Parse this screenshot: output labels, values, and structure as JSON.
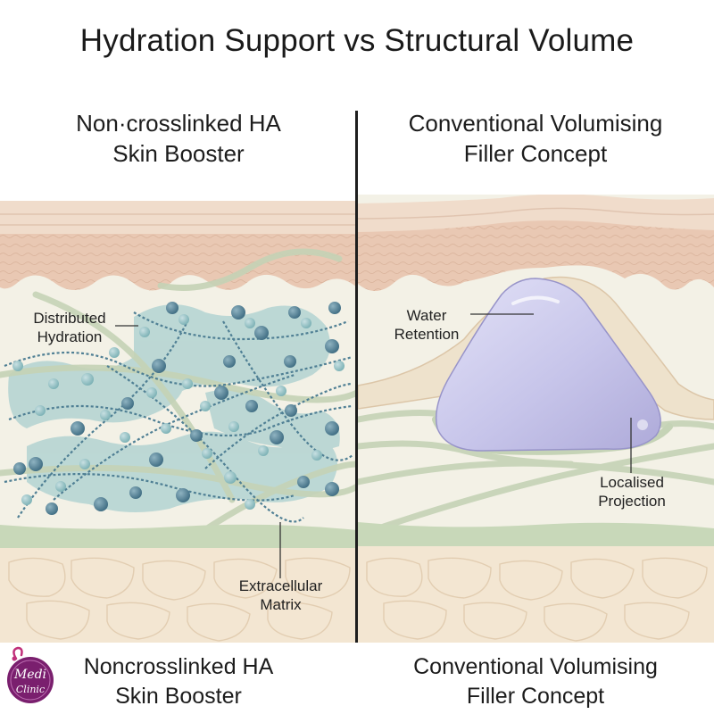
{
  "title": "Hydration Support vs Structural Volume",
  "left_panel": {
    "heading": [
      "Non·crosslinked HA",
      "Skin Booster"
    ],
    "labels": {
      "distributed_hydration": [
        "Distributed",
        "Hydration"
      ],
      "extracellular_matrix": [
        "Extracellular",
        "Matrix"
      ]
    }
  },
  "right_panel": {
    "heading": [
      "Conventional Volumising",
      "Filler Concept"
    ],
    "labels": {
      "water_retention": [
        "Water",
        "Retention"
      ],
      "localised_projection": [
        "Localised",
        "Projection"
      ]
    }
  },
  "footer": {
    "left": [
      "Noncrosslinked HA",
      "Skin Booster"
    ],
    "right": [
      "Conventional Volumising",
      "Filler Concept"
    ]
  },
  "logo": {
    "line1": "Medi",
    "line2": "Clinic"
  },
  "colors": {
    "epidermis": "#e7c9b4",
    "dermis_bg": "#f3f1e6",
    "fibre": "#c5d3b6",
    "hydration_cloud": "#aacfcf",
    "molecule": "#4f7f94",
    "gel": "#c8c6ea",
    "fat": "#f3e6d2",
    "logo": "#7a1f6e"
  }
}
